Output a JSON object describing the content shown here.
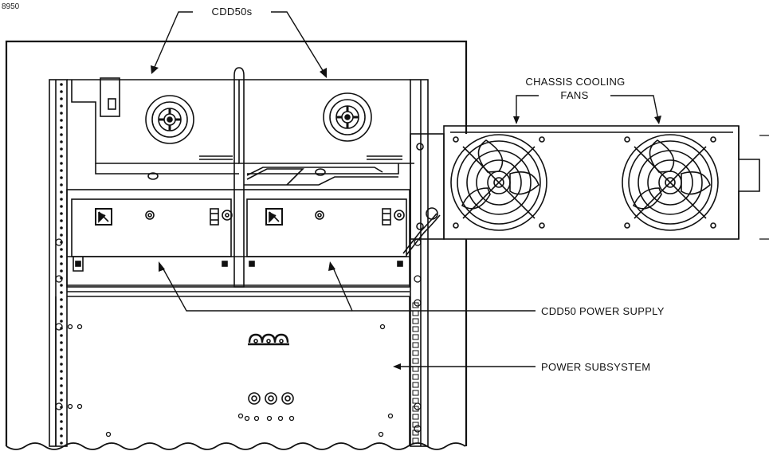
{
  "figure_number": "8950",
  "callouts": {
    "cdd50s": "CDD50s",
    "chassis_cooling_fans_line1": "CHASSIS COOLING",
    "chassis_cooling_fans_line2": "FANS",
    "cdd50_power_supply": "CDD50 POWER SUPPLY",
    "power_subsystem": "POWER SUBSYSTEM"
  },
  "colors": {
    "line": "#111111",
    "background": "#ffffff"
  },
  "icons": [
    "disk-drive-reel-icon",
    "fan-icon",
    "power-switch-icon",
    "fuse-holder-icon",
    "connector-icon"
  ]
}
